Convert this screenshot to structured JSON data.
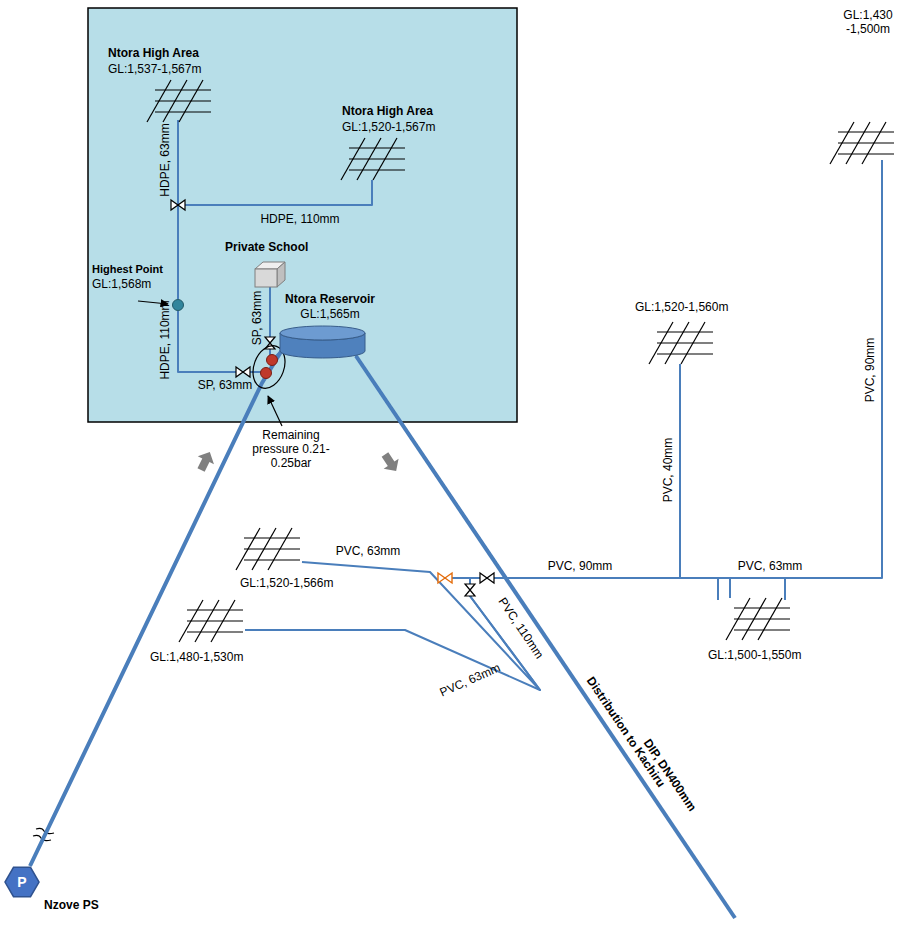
{
  "diagram": {
    "nodes": [
      {
        "text": [
          "Ntora High Area",
          "GL:1,537-1,567m"
        ]
      },
      {
        "text": [
          "Ntora High Area",
          "GL:1,520-1,567m"
        ]
      },
      {
        "text": [
          "Highest Point",
          "GL:1,568m"
        ]
      },
      {
        "text": [
          "Private School"
        ]
      },
      {
        "text": [
          "Ntora Reservoir",
          "GL:1,565m"
        ]
      },
      {
        "text": [
          "P",
          "Nzove PS"
        ]
      },
      {
        "text": [
          "GL:1,430 -1,500m"
        ]
      },
      {
        "text": [
          "GL:1,520-1,560m"
        ]
      },
      {
        "text": [
          "GL:1,500-1,550m"
        ]
      },
      {
        "text": [
          "GL:1,520-1,566m"
        ]
      },
      {
        "text": [
          "GL:1,480-1,530m"
        ]
      }
    ],
    "edges": [
      {
        "from": 5,
        "to": 4,
        "arrow": "none"
      },
      {
        "from": 4,
        "to": 2,
        "label": "HDPE, 110mm",
        "arrow": "none"
      },
      {
        "from": 2,
        "to": 0,
        "label": "HDPE, 63mm",
        "arrow": "none"
      },
      {
        "from": 2,
        "to": 1,
        "label": "HDPE, 110mm",
        "arrow": "none"
      },
      {
        "from": 4,
        "to": 3,
        "label": "SP, 63mm",
        "arrow": "none"
      },
      {
        "from": 4,
        "to": 7,
        "label": "PVC, 40mm",
        "arrow": "none"
      },
      {
        "from": 4,
        "to": 6,
        "label": "PVC, 90mm",
        "arrow": "none"
      },
      {
        "from": 4,
        "to": 8,
        "arrow": "none"
      },
      {
        "from": 4,
        "to": 9,
        "label": "PVC, 63mm",
        "arrow": "none"
      },
      {
        "from": 4,
        "to": 10,
        "label": "PVC, 63mm",
        "arrow": "none"
      }
    ],
    "labels": [
      "SP, 63mm",
      "Remaining pressure 0.21-0.25bar",
      "PVC, 110mm",
      "PVC, 90mm",
      "PVC, 63mm",
      "Distribution to Kachiru",
      "DIP, DN400mm"
    ]
  }
}
